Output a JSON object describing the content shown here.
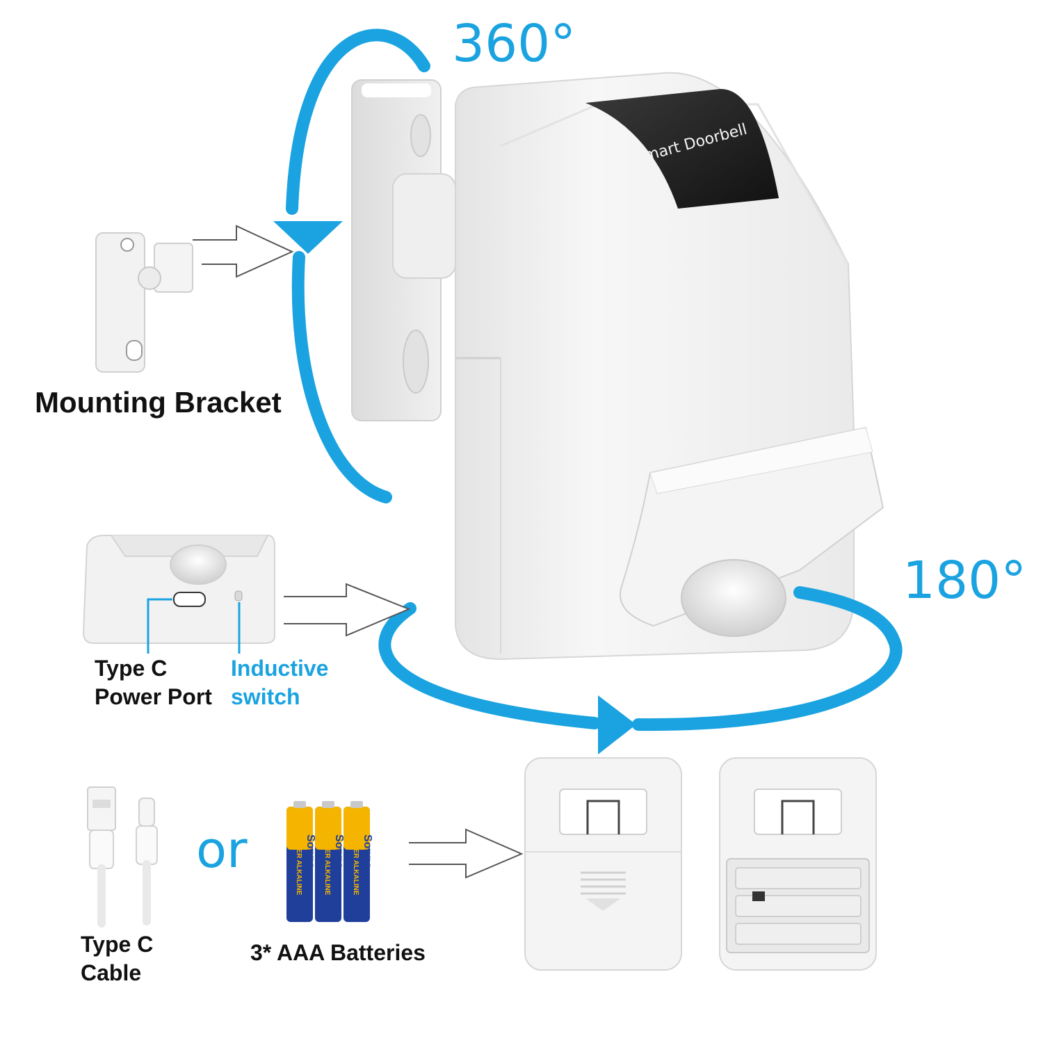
{
  "colors": {
    "accent_blue": "#1aa3e0",
    "device_white": "#f3f3f3",
    "device_shadow": "#d9d9d9",
    "battery_gold": "#f4b400",
    "battery_blue": "#1f3f9a",
    "outline_gray": "#555555"
  },
  "labels": {
    "rotation_top": "360°",
    "rotation_bottom": "180°",
    "mounting_bracket": "Mounting Bracket",
    "device_screen_text": "Smart Doorbell",
    "type_c_port_line1": "Type C",
    "type_c_port_line2": "Power Port",
    "inductive_line1": "Inductive",
    "inductive_line2": "switch",
    "cable_line1": "Type C",
    "cable_line2": "Cable",
    "or": "or",
    "batteries": "3* AAA Batteries",
    "battery_brand": "Sonna",
    "battery_type": "SUPER ALKALINE"
  },
  "icons": {
    "arrow": "outline-right-arrow-icon",
    "rotation": "curved-rotation-arrow-icon"
  }
}
